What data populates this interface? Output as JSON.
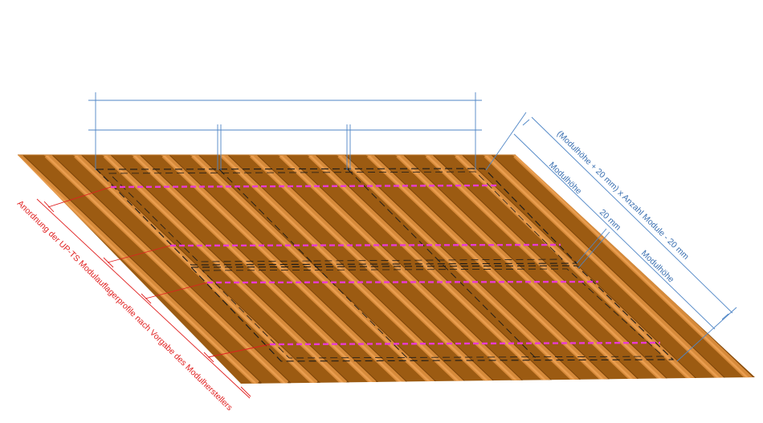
{
  "labels": {
    "total_height": "(Modulhöhe + 20 mm) x Anzahl Module - 20 mm",
    "module_height_1": "Modulhöhe",
    "gap": "20 mm",
    "module_height_2": "Modulhöhe",
    "profile_note": "Anordnung der UP-TS Modulauflagerprofile nach Vorgabe des Modulherstellers"
  },
  "colors": {
    "sheet_base": "#9c5b12",
    "rib_face": "#d68a3a",
    "rib_highlight": "#ea9e50",
    "rib_shadow": "#7a4309",
    "dimension_blue": "#4f86c6",
    "label_blue": "#3a6fb0",
    "module_outline": "#1a1a1a",
    "profile_magenta": "#e83ad6",
    "note_red": "#e02020"
  },
  "layout": {
    "rib_count": 18,
    "modules_in_column": 2,
    "profile_rails_per_module": 2
  }
}
